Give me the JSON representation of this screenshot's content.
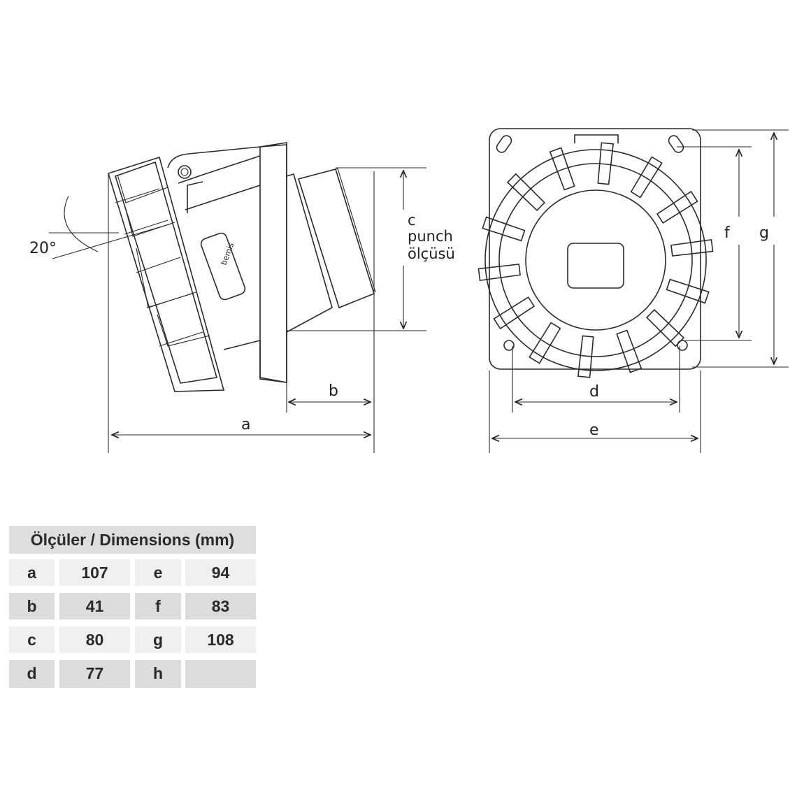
{
  "diagram": {
    "angle_label": "20°",
    "c_label": "c",
    "punch_label_1": "punch",
    "punch_label_2": "ölçüsü",
    "brand_logo": "bemis",
    "dim_labels": {
      "a": "a",
      "b": "b",
      "d": "d",
      "e": "e",
      "f": "f",
      "g": "g"
    }
  },
  "table": {
    "title": "Ölçüler / Dimensions (mm)",
    "rows": [
      {
        "k1": "a",
        "v1": "107",
        "k2": "e",
        "v2": "94"
      },
      {
        "k1": "b",
        "v1": "41",
        "k2": "f",
        "v2": "83"
      },
      {
        "k1": "c",
        "v1": "80",
        "k2": "g",
        "v2": "108"
      },
      {
        "k1": "d",
        "v1": "77",
        "k2": "h",
        "v2": ""
      }
    ]
  }
}
